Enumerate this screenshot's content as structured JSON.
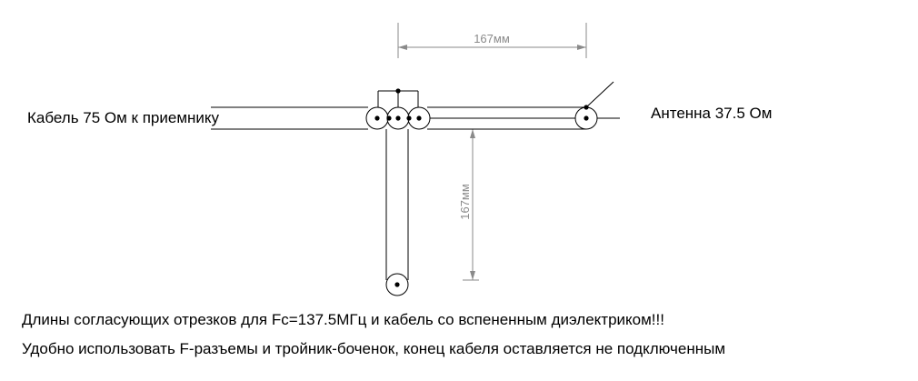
{
  "labels": {
    "cable": "Кабель 75 Ом к приемнику",
    "antenna": "Антенна 37.5 Ом"
  },
  "dimensions": {
    "horizontal": "167мм",
    "vertical": "167мм"
  },
  "notes": {
    "line1": "Длины согласующих отрезков для Fc=137.5МГц и кабель со вспененным диэлектриком!!!",
    "line2": "Удобно использовать F-разъемы и тройник-боченок, конец кабеля оставляется не подключенным"
  },
  "colors": {
    "line": "#000000",
    "dimension": "#8a8a8a"
  }
}
